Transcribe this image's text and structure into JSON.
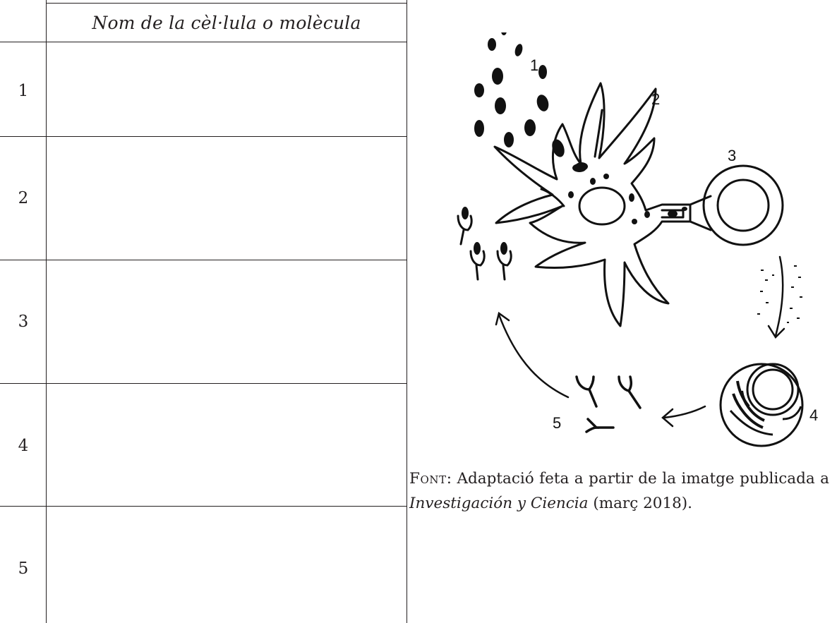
{
  "table": {
    "header": "Nom de la cèl·lula o molècula",
    "rows": [
      {
        "number": "1",
        "answer": ""
      },
      {
        "number": "2",
        "answer": ""
      },
      {
        "number": "3",
        "answer": ""
      },
      {
        "number": "4",
        "answer": ""
      },
      {
        "number": "5",
        "answer": ""
      }
    ]
  },
  "figure": {
    "labels": [
      "1",
      "2",
      "3",
      "4",
      "5"
    ]
  },
  "caption": {
    "font_label": "Font",
    "text_part1": ": Adaptació feta a partir de la imatge publicada a ",
    "source_title": "Investigación y Ciencia",
    "text_part2": " (març 2018)."
  }
}
